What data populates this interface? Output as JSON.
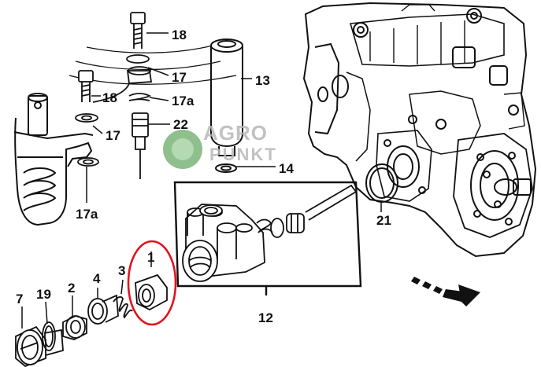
{
  "parts": {
    "p18a": "18",
    "p17a": "17",
    "p13": "13",
    "p18b": "18",
    "p17a_a": "17a",
    "p17b": "17",
    "p22": "22",
    "p14": "14",
    "p17a_b": "17a",
    "p21": "21",
    "p1": "1",
    "p3": "3",
    "p4": "4",
    "p2": "2",
    "p19": "19",
    "p7": "7",
    "p12": "12"
  },
  "watermark": {
    "line1": "AGRO",
    "line2": "PUNKT",
    "colors": {
      "circle": "#7cb47a",
      "text": "#b8b8b8"
    }
  },
  "colors": {
    "line": "#111111",
    "highlight": "#e0141c",
    "background": "#ffffff"
  },
  "highlighted_part": "1"
}
